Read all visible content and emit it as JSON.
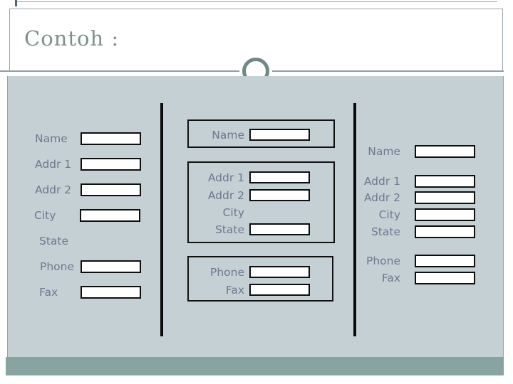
{
  "slide": {
    "title": "Contoh :"
  },
  "colors": {
    "body_background": "#c5d0d5",
    "bottom_bar": "#87a4a0",
    "title_text": "#7e908c",
    "label_text": "#6b7890",
    "circle_ring": "#6e8885",
    "divider": "#0b0b0b",
    "box_border": "#0e0e0e",
    "box_fill": "#ffffff"
  },
  "panel_left": {
    "rows": [
      {
        "label": "Name",
        "box": true
      },
      {
        "label": "Addr 1",
        "box": true
      },
      {
        "label": "Addr 2",
        "box": true
      },
      {
        "label": "City",
        "box": true
      },
      {
        "label": "State",
        "box": false
      },
      {
        "label": "Phone",
        "box": true
      },
      {
        "label": "Fax",
        "box": true
      }
    ]
  },
  "panel_middle": {
    "groups": [
      {
        "name": "name-group",
        "rows": [
          {
            "label": "Name",
            "box": true
          }
        ]
      },
      {
        "name": "address-group",
        "rows": [
          {
            "label": "Addr 1",
            "box": true
          },
          {
            "label": "Addr 2",
            "box": true
          },
          {
            "label": "City",
            "box": false
          },
          {
            "label": "State",
            "box": true
          }
        ]
      },
      {
        "name": "contact-group",
        "rows": [
          {
            "label": "Phone",
            "box": true
          },
          {
            "label": "Fax",
            "box": true
          }
        ]
      }
    ]
  },
  "panel_right": {
    "rows": [
      {
        "label": "Name",
        "box": true
      },
      {
        "label": "Addr 1",
        "box": true
      },
      {
        "label": "Addr 2",
        "box": true
      },
      {
        "label": "City",
        "box": true
      },
      {
        "label": "State",
        "box": true
      },
      {
        "label": "Phone",
        "box": true
      },
      {
        "label": "Fax",
        "box": true
      }
    ]
  }
}
